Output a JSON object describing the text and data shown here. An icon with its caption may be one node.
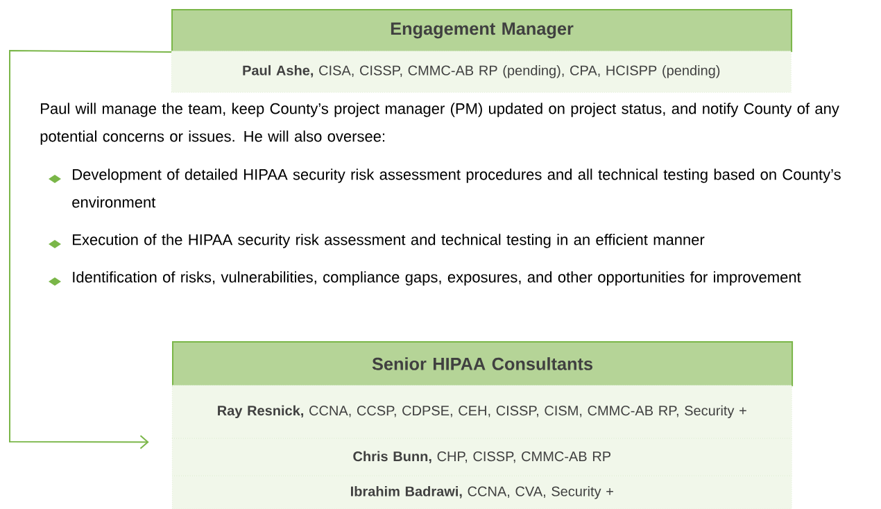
{
  "diagram": {
    "nodes": [
      {
        "text": [
          "Engagement Manager"
        ]
      },
      {
        "text": [
          "**Paul Ashe,** CISA, CISSP, CMMC-AB RP (pending), CPA, HCISPP (pending)"
        ]
      },
      {
        "text": [
          "Senior HIPAA Consultants"
        ]
      },
      {
        "text": [
          "**Ray Resnick,** CCNA, CCSP, CDPSE, CEH, CISSP, CISM, CMMC-AB RP, Security +"
        ]
      },
      {
        "text": [
          "**Chris Bunn,** CHP, CISSP, CMMC-AB RP"
        ]
      },
      {
        "text": [
          "**Ibrahim Badrawi,** CCNA, CVA, Security +"
        ]
      }
    ],
    "edges": [
      {
        "from": 0,
        "to": 3,
        "arrow": "to"
      }
    ],
    "labels": [
      "Paul will manage the team, keep County’s project manager (PM) updated on project status, and notify County of any potential concerns or issues. He will also oversee:",
      "Development of detailed HIPAA security risk assessment procedures and all technical testing based on County’s environment",
      "Execution of the HIPAA security risk assessment and technical testing in an efficient manner",
      "Identification of risks, vulnerabilities, compliance gaps, exposures, and other opportunities for improvement"
    ]
  }
}
